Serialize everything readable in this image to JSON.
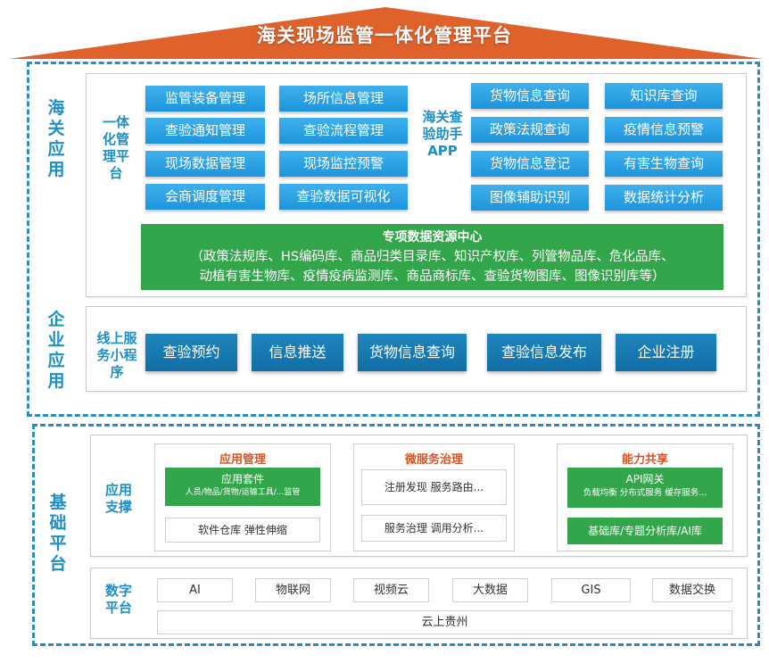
{
  "title": "海关现场监管一体化管理平台",
  "colors": {
    "roof": "#e0622b",
    "dashed_border": "#2a8fbf",
    "label_blue": "#1c8fc7",
    "button_light": "#2aa3e6",
    "button_dark": "#1878b0",
    "green": "#33a54a",
    "orange_heading": "#e0501e"
  },
  "top_zone": {
    "label": "海关应用",
    "integrated": {
      "label": "一体化管理平台",
      "col1": [
        "监管装备管理",
        "查验通知管理",
        "现场数据管理",
        "会商调度管理"
      ],
      "col2": [
        "场所信息管理",
        "查验流程管理",
        "现场监控预警",
        "查验数据可视化"
      ]
    },
    "assistant": {
      "label": "海关查验助手APP",
      "col1": [
        "货物信息查询",
        "政策法规查询",
        "货物信息登记",
        "图像辅助识别"
      ],
      "col2": [
        "知识库查询",
        "疫情信息预警",
        "有害生物查询",
        "数据统计分析"
      ]
    },
    "data_center": {
      "title": "专项数据资源中心",
      "line1": "（政策法规库、HS编码库、商品归类目录库、知识产权库、列管物品库、危化品库、",
      "line2": "动植有害生物库、疫情疫病监测库、商品商标库、查验货物图库、图像识别库等）"
    },
    "enterprise": {
      "label": "企业应用",
      "mini_label": "线上服务小程序",
      "buttons": [
        "查验预约",
        "信息推送",
        "货物信息查询",
        "查验信息发布",
        "企业注册"
      ]
    }
  },
  "bottom_zone": {
    "label": "基础平台",
    "app_support": {
      "label": "应用支撑",
      "app_mgmt": {
        "title": "应用管理",
        "suite_title": "应用套件",
        "suite_sub": "人员/物品/货物/运输工具/...监管",
        "box2": "软件仓库 弹性伸缩"
      },
      "microservice": {
        "title": "微服务治理",
        "box1": "注册发现 服务路由...",
        "box2": "服务治理 调用分析..."
      },
      "capability": {
        "title": "能力共享",
        "gw_title": "API网关",
        "gw_sub": "负载均衡 分布式服务 缓存服务...",
        "box2": "基础库/专题分析库/AI库"
      }
    },
    "digital": {
      "label": "数字平台",
      "items": [
        "AI",
        "物联网",
        "视频云",
        "大数据",
        "GIS",
        "数据交换"
      ],
      "cloud": "云上贵州"
    }
  }
}
